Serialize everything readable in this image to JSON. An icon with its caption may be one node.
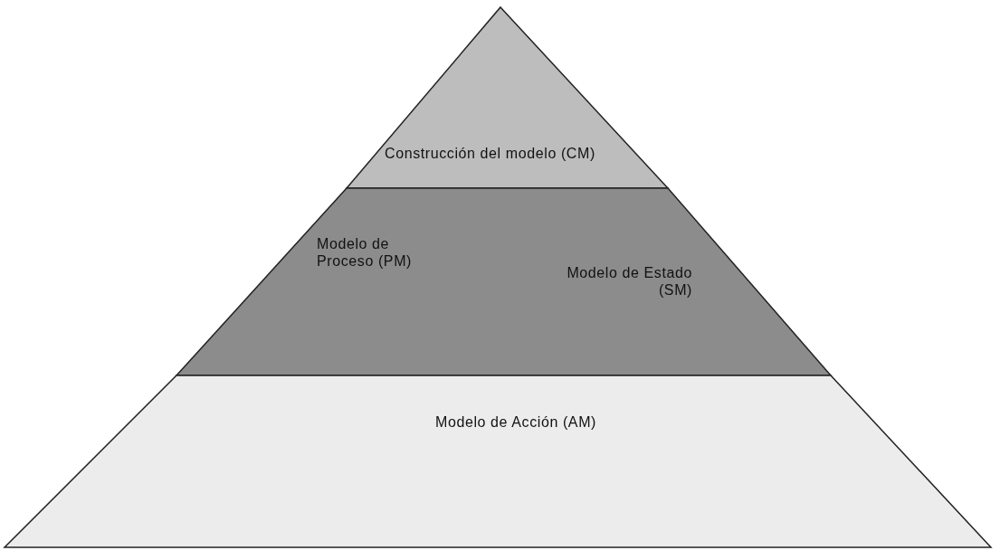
{
  "diagram": {
    "nodes": [
      {
        "text": [
          "Construcción del modelo (CM)"
        ]
      },
      {
        "text": [
          "Modelo de Proceso (PM)",
          "Modelo de Estado (SM)"
        ]
      },
      {
        "text": [
          "Modelo de Acción (AM)"
        ]
      }
    ]
  }
}
